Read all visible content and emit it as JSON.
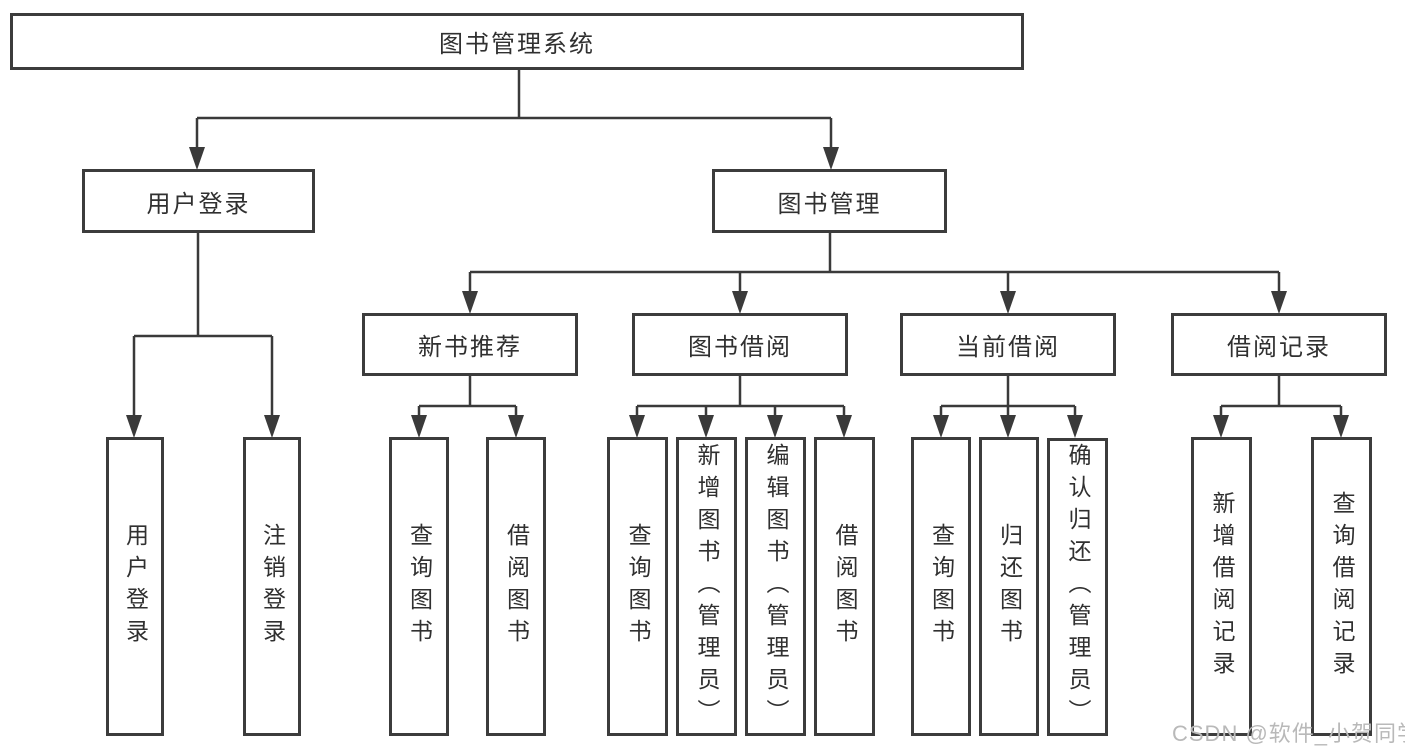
{
  "diagram": {
    "root": {
      "label": "图书管理系统"
    },
    "branches": [
      {
        "label": "用户登录",
        "children": [
          {
            "label": "用户登录"
          },
          {
            "label": "注销登录"
          }
        ]
      },
      {
        "label": "图书管理",
        "children": [
          {
            "label": "新书推荐",
            "children": [
              {
                "label": "查询图书"
              },
              {
                "label": "借阅图书"
              }
            ]
          },
          {
            "label": "图书借阅",
            "children": [
              {
                "label": "查询图书"
              },
              {
                "label": "新增图书（管理员）"
              },
              {
                "label": "编辑图书（管理员）"
              },
              {
                "label": "借阅图书"
              }
            ]
          },
          {
            "label": "当前借阅",
            "children": [
              {
                "label": "查询图书"
              },
              {
                "label": "归还图书"
              },
              {
                "label": "确认归还（管理员）"
              }
            ]
          },
          {
            "label": "借阅记录",
            "children": [
              {
                "label": "新增借阅记录"
              },
              {
                "label": "查询借阅记录"
              }
            ]
          }
        ]
      }
    ],
    "watermark": "CSDN @软件_小贺同学",
    "colors": {
      "line": "#3a3a3a",
      "text": "#303030",
      "watermark": "#b9b9b9",
      "background": "#ffffff"
    }
  }
}
